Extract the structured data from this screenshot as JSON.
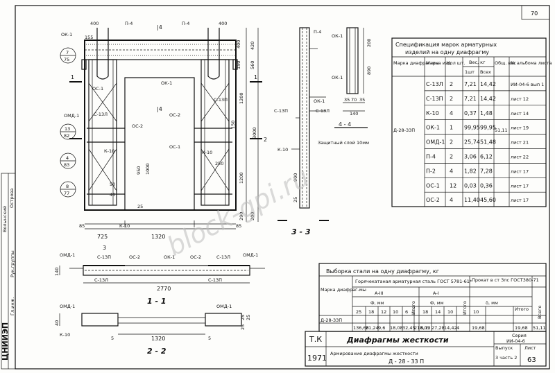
{
  "sheet_number": "70",
  "watermark": "block-gpi.ru",
  "spec_table": {
    "title_line1": "Спецификация марок арматурных",
    "title_line2": "изделий на одну диафрагму",
    "headers": {
      "diaphragm_mark": "Марка диафраг-мы",
      "item_mark": "Марка изд",
      "qty": "Кол шт.",
      "weight": "Вес, кг",
      "weight_unit": "1шт",
      "weight_total": "Всех",
      "total_weight": "Общ. вес",
      "album_ref": "№ альбома листа"
    },
    "diaphragm_mark": "Д-28-33П",
    "total_weight": "51,11",
    "rows": [
      {
        "mark": "С-13Л",
        "qty": "2",
        "unit": "7,21",
        "total": "14,42",
        "ref": "ИИ-04-6 вып 1"
      },
      {
        "mark": "С-13П",
        "qty": "2",
        "unit": "7,21",
        "total": "14,42",
        "ref": "лист 12"
      },
      {
        "mark": "К-10",
        "qty": "4",
        "unit": "0,37",
        "total": "1,48",
        "ref": "лист 14"
      },
      {
        "mark": "ОК-1",
        "qty": "1",
        "unit": "99,95",
        "total": "99,95",
        "ref": "лист 19"
      },
      {
        "mark": "ОМД-1",
        "qty": "2",
        "unit": "25,74",
        "total": "51,48",
        "ref": "лист 21"
      },
      {
        "mark": "П-4",
        "qty": "2",
        "unit": "3,06",
        "total": "6,12",
        "ref": "лист 22"
      },
      {
        "mark": "П-2",
        "qty": "4",
        "unit": "1,82",
        "total": "7,28",
        "ref": "лист 17"
      },
      {
        "mark": "ОС-1",
        "qty": "12",
        "unit": "0,03",
        "total": "0,36",
        "ref": "лист 17"
      },
      {
        "mark": "ОС-2",
        "qty": "4",
        "unit": "11,40",
        "total": "45,60",
        "ref": "лист 17"
      }
    ]
  },
  "steel_table": {
    "title": "Выборка стали на одну диафрагму, кг",
    "mark_header": "Марка диафраг-мы",
    "group1": "Горячекатаная арматурная сталь ГОСТ 5781-61*",
    "group2": "Прокат в ст 3пс ГОСТ380-71",
    "class1": "А-III",
    "class2": "А-I",
    "dia_label": "Ф, мм",
    "thick_label": "δ, мм",
    "itogo": "Итого",
    "vsego": "Всего",
    "dia1": [
      "25",
      "18",
      "12",
      "10",
      "6"
    ],
    "dia2": [
      "18",
      "14",
      "10"
    ],
    "thick": "10",
    "mark": "Д-28-33П",
    "vals1": [
      "136,66",
      "21,24",
      "9,6",
      "18,08",
      "32,45",
      "218,05"
    ],
    "vals2": [
      "6,12",
      "27,28",
      "14,42",
      "4",
      "19,68"
    ],
    "vals3": [
      "19,68",
      "51,11"
    ]
  },
  "title_block": {
    "code": "Т.К",
    "year": "1971",
    "title": "Диафрагмы жесткости",
    "subtitle": "Армирование диафрагмы жесткости",
    "mark": "Д - 28 - 33 П",
    "series_label": "Серия",
    "series": "ИИ-04-6",
    "issue_label": "Выпуск",
    "sheet_label": "Лист",
    "issue": "3 часть 2",
    "sheet": "63"
  },
  "side_stamp": [
    "ЦНИИЭП",
    "Гл.инж.",
    "Рук.группы",
    "Волынский",
    "Островa"
  ],
  "drawings": {
    "main_labels": {
      "ok1_top": "ОК-1",
      "p4_left": "П-4",
      "p4_right": "П-4",
      "dim_400_l": "400",
      "dim_400_r": "400",
      "dim_155": "155",
      "dim_1": "1",
      "dim_1b": "1",
      "sec_14a": "|4",
      "sec_14b": "|4",
      "ok1_mid": "ОК-1",
      "os1_a": "ОС-1",
      "os1_b": "ОС-1",
      "c13p_r": "С-13П",
      "c13l_l": "С-13Л",
      "os2_l": "ОС-2",
      "os2_r": "ОС-2",
      "omd1": "ОМД-1",
      "k10_a": "К-10",
      "k10_b": "К-10",
      "k10_c": "К-10",
      "b7": "7",
      "b75": "75",
      "b13": "13",
      "b82": "82",
      "b4": "4",
      "b83": "83",
      "b8": "8",
      "b77": "77",
      "d725": "725",
      "d1320": "1320",
      "d85l": "85",
      "d85r": "85",
      "d950": "950",
      "d1000": "1000",
      "d50": "50",
      "d40": "40",
      "d25": "25",
      "d2": "2",
      "d3": "3",
      "r560": "560",
      "r150": "150",
      "r1200": "1200",
      "r3000": "3000",
      "r1200b": "1200",
      "r290": "290",
      "r420": "420",
      "r400": "400",
      "r200": "200",
      "r250": "250",
      "r150b": "150"
    },
    "sec33": {
      "p4": "П-4",
      "ok1": "ОК-1",
      "ok1b": "ОК-1",
      "c13p": "С-13П",
      "c13l": "С-13Л",
      "k10": "К-10",
      "d200": "200",
      "d890": "890",
      "d35": "35",
      "d70": "70",
      "d35b": "35",
      "d140": "140",
      "d900": "900",
      "d25": "25",
      "prot": "Защитный слой 10мм",
      "sec44": "4 - 4",
      "title": "3 - 3"
    },
    "sec11": {
      "omd_l": "ОМД-1",
      "omd_r": "ОМД-1",
      "c13p": "С-13П",
      "os2a": "ОС-2",
      "ok1": "ОК-1",
      "os2b": "ОС-2",
      "c13l": "С-13Л",
      "c13l_b": "С-13Л",
      "c13p_b": "С-13П",
      "d2770": "2770",
      "d140": "140",
      "title": "1 - 1"
    },
    "sec22": {
      "omd_l": "ОМД-1",
      "omd_r": "ОМД-1",
      "k10": "К-10",
      "d1320": "1320",
      "d40": "40",
      "d25": "25",
      "d5": "5",
      "d5b": "5",
      "d25b": "25",
      "d25c": "25",
      "title": "2 - 2"
    }
  }
}
